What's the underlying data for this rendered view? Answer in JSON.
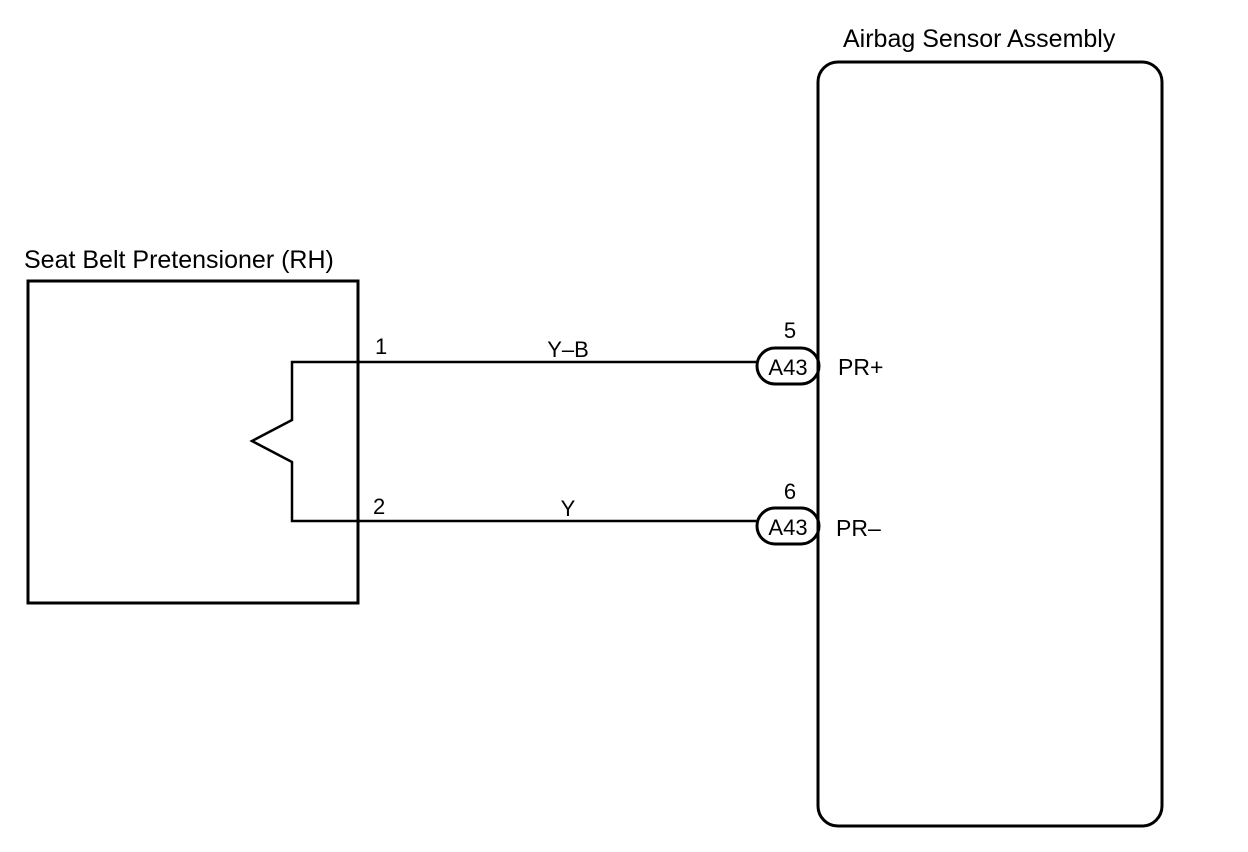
{
  "pretensioner": {
    "label": "Seat Belt Pretensioner (RH)",
    "pins": {
      "pin1": "1",
      "pin2": "2"
    }
  },
  "sensor": {
    "label": "Airbag Sensor Assembly",
    "terminals": {
      "pr_plus": "PR+",
      "pr_minus": "PR–"
    }
  },
  "wires": {
    "top": {
      "color_code": "Y–B",
      "connector": "A43",
      "connector_pin": "5"
    },
    "bottom": {
      "color_code": "Y",
      "connector": "A43",
      "connector_pin": "6"
    }
  }
}
